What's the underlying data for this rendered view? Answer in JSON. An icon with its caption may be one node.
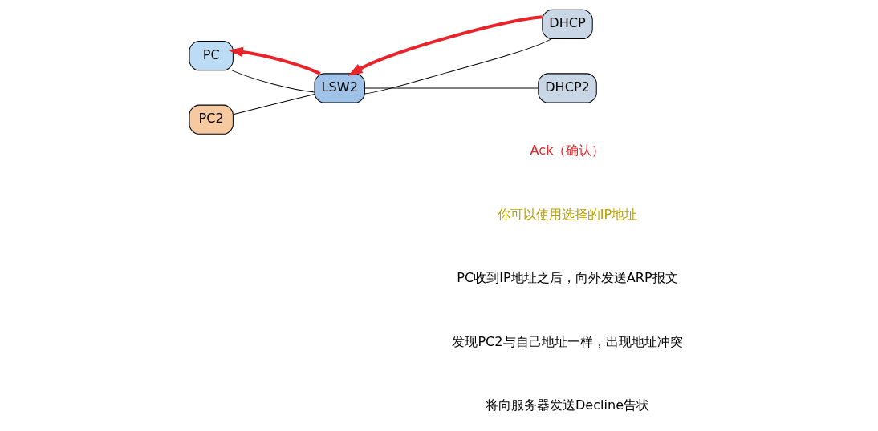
{
  "diagram": {
    "nodes": [
      {
        "text": [
          "PC"
        ]
      },
      {
        "text": [
          "LSW2"
        ]
      },
      {
        "text": [
          "DHCP"
        ]
      },
      {
        "text": [
          "PC2"
        ]
      },
      {
        "text": [
          "DHCP2"
        ]
      }
    ],
    "edges": [
      {
        "from": 0,
        "to": 1,
        "arrow": "none"
      },
      {
        "from": 1,
        "to": 2,
        "arrow": "none"
      },
      {
        "from": 3,
        "to": 1,
        "arrow": "none"
      },
      {
        "from": 1,
        "to": 4,
        "arrow": "none"
      },
      {
        "from": 2,
        "to": 1,
        "arrow": "to",
        "style": "thick",
        "color": "#e8242a"
      },
      {
        "from": 1,
        "to": 0,
        "arrow": "to",
        "style": "thick",
        "color": "#e8242a"
      }
    ],
    "labels": [
      "Ack（确认）",
      "你可以使用选择的IP地址",
      "PC收到IP地址之后，向外发送ARP报文",
      "发现PC2与自己地址一样，出现地址冲突",
      "将向服务器发送Decline告状"
    ]
  }
}
